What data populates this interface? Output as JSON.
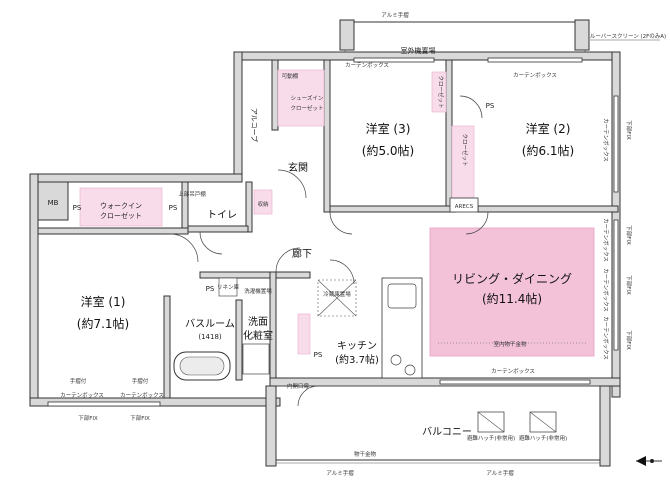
{
  "rooms": {
    "western3": {
      "name": "洋室 (3)",
      "size": "(約5.0帖)"
    },
    "western2": {
      "name": "洋室 (2)",
      "size": "(約6.1帖)"
    },
    "western1": {
      "name": "洋室 (1)",
      "size": "(約7.1帖)"
    },
    "living": {
      "name": "リビング・ダイニング",
      "size": "(約11.4帖)"
    },
    "kitchen": {
      "name": "キッチン",
      "size": "(約3.7帖)"
    },
    "bath": {
      "name": "バスルーム",
      "size": "(1418)"
    },
    "washroom": {
      "name1": "洗面",
      "name2": "化粧室"
    },
    "entrance": "玄関",
    "hallway": "廊下",
    "toilet": "トイレ",
    "alcove": "アルコーブ",
    "balcony": "バルコニー",
    "mb": "MB"
  },
  "labels": {
    "outdoor_unit": "室外機置場",
    "curtain_box": "カーテンボックス",
    "closet": "クローゼット",
    "closet_short": "クロー\nゼット",
    "walkin": "ウォークイン",
    "shoe_in": "シューズイン",
    "movable_shelf": "可動棚",
    "storage": "収納",
    "linen": "リネン庫",
    "laundry": "洗濯機置場",
    "fridge": "冷蔵庫置場",
    "upper_shelf": "上部吊戸棚",
    "ps": "PS",
    "arecs": "ARECS",
    "fix": "FIX",
    "lower_fix": "下部FIX",
    "alum_rail": "アルミ手摺",
    "louver": "ルーバースクリーン (2FのみA)",
    "handrail": "手摺付",
    "hatch_a": "避難ハッチ(非常用)",
    "hatch_b": "避難ハッチ(非常用)",
    "ceiling_hw": "室内物干金物",
    "fold_door": "内開口扉",
    "dry_hw": "物干金物"
  },
  "colors": {
    "pink": "#f3c2d9",
    "wall": "#d9d9d9"
  }
}
